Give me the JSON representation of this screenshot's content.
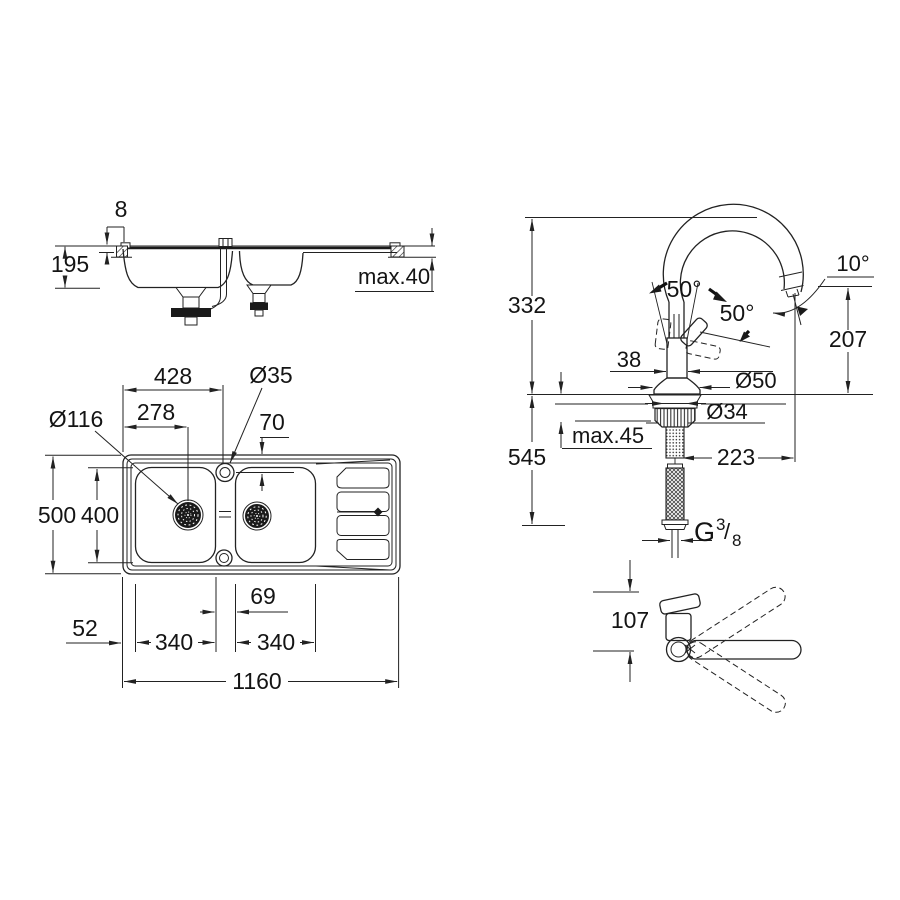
{
  "side_view": {
    "lip_height": "8",
    "bowl_depth": "195",
    "counter_thickness": "max.40"
  },
  "plan_view": {
    "hole_center_from_left": "428",
    "hole_diameter": "Ø35",
    "drain_center_from_left": "278",
    "hole_offset_from_edge": "70",
    "drain_diameter": "Ø116",
    "overall_depth": "500",
    "bowl_length": "400",
    "bowl_gap": "69",
    "left_margin": "52",
    "bowl1_width": "340",
    "bowl2_width": "340",
    "overall_length": "1160"
  },
  "faucet_side_view": {
    "height_above_deck": "332",
    "handle_swing_front": "50°",
    "handle_swing_back": "50°",
    "spout_outlet_angle": "10°",
    "spout_outlet_height": "207",
    "body_width": "38",
    "base_diameter": "Ø50",
    "shank_diameter": "Ø34",
    "deck_thickness": "max.45",
    "hose_length_below": "545",
    "spout_reach": "223",
    "thread": {
      "prefix": "G",
      "numerator": "3",
      "slash": "/",
      "denominator": "8"
    }
  },
  "faucet_top_view": {
    "swivel_offset": "107"
  }
}
